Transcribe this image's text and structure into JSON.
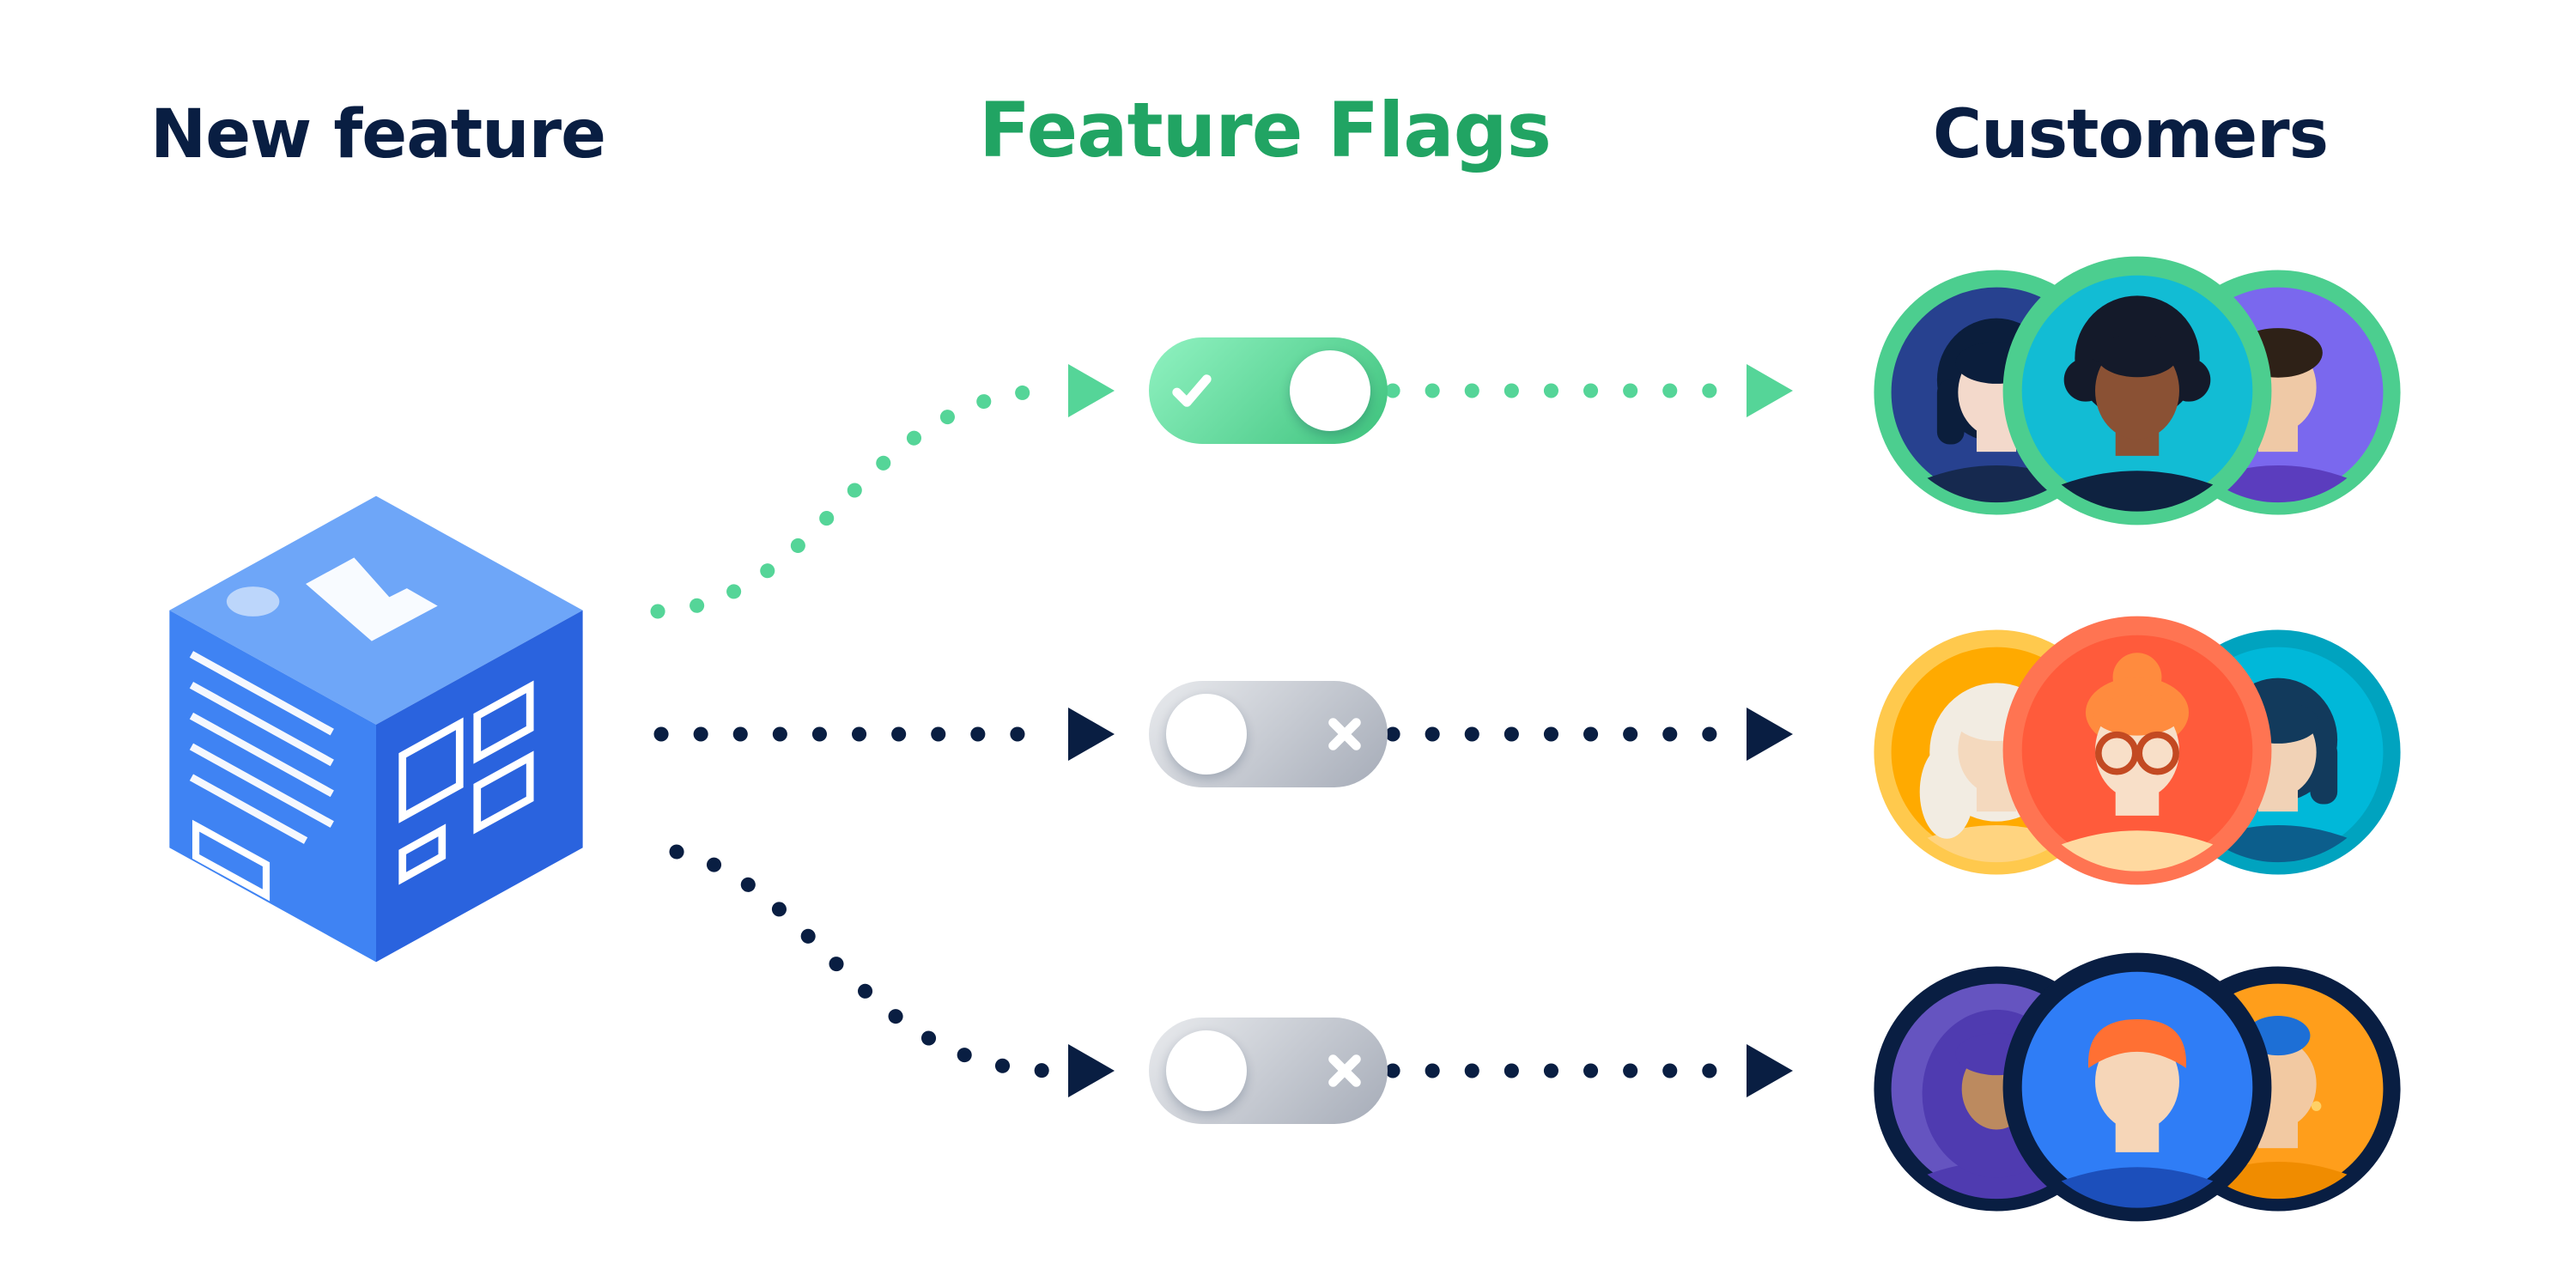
{
  "diagram": {
    "title_left": "New feature",
    "title_center": "Feature Flags",
    "title_right": "Customers"
  },
  "colors": {
    "navy": "#091E42",
    "green_heading": "#21A463",
    "green_dot": "#55D598",
    "green_ring": "#4CCE8F",
    "toggle_on_1": "#90F2C1",
    "toggle_on_2": "#3EC27D",
    "toggle_off_1": "#E9EBEE",
    "toggle_off_2": "#A6ACB8",
    "knob": "#FFFFFF",
    "cube_top": "#6EA6F8",
    "cube_left": "#3F83F3",
    "cube_right": "#2A63DE",
    "cube_detail": "#FFFFFF",
    "cube_spot": "#BCD6FB"
  },
  "feature_flags": [
    {
      "name": "feature-flag-1",
      "state": "on",
      "icon": "check-icon"
    },
    {
      "name": "feature-flag-2",
      "state": "off",
      "icon": "x-icon"
    },
    {
      "name": "feature-flag-3",
      "state": "off",
      "icon": "x-icon"
    }
  ],
  "customer_groups": [
    {
      "name": "customers-group-enabled",
      "avatars": [
        {
          "style": "bob",
          "ring": "#4CCE8F",
          "bg": "#27418F",
          "hair": "#0B1E3C",
          "skin": "#F3D9CB",
          "shirt": "#16294F"
        },
        {
          "style": "curly",
          "ring": "#4CCE8F",
          "bg": "#12BCD4",
          "hair": "#141A2A",
          "skin": "#8A5134",
          "shirt": "#0E2240"
        },
        {
          "style": "side",
          "ring": "#4CCE8F",
          "bg": "#7A68EE",
          "hair": "#2E2117",
          "skin": "#EFC9A6",
          "shirt": "#5B3DBE"
        }
      ]
    },
    {
      "name": "customers-group-disabled-1",
      "avatars": [
        {
          "style": "long",
          "ring": "#FFC94D",
          "bg": "#FFAA00",
          "hair": "#F2ECE2",
          "skin": "#F4D9BE",
          "shirt": "#FFD480"
        },
        {
          "style": "glasses",
          "ring": "#FF7452",
          "bg": "#FF5B3B",
          "hair": "#FF8B3E",
          "skin": "#F8DFC8",
          "shirt": "#FFD9A0",
          "extra": "#C34A22"
        },
        {
          "style": "bob",
          "ring": "#00A3BF",
          "bg": "#00B8D9",
          "hair": "#123A5C",
          "skin": "#F1D2B6",
          "shirt": "#0C5E8C"
        }
      ]
    },
    {
      "name": "customers-group-disabled-2",
      "avatars": [
        {
          "style": "hijab",
          "ring": "#091E42",
          "bg": "#6554C0",
          "hair": "#4F3BB0",
          "skin": "#BC8A5F",
          "shirt": "#4F3BB0"
        },
        {
          "style": "short",
          "ring": "#091E42",
          "bg": "#2F7DF6",
          "hair": "#FF7033",
          "skin": "#F6D6B8",
          "shirt": "#1C4FBB"
        },
        {
          "style": "undercut",
          "ring": "#091E42",
          "bg": "#FF9E1B",
          "hair": "#1D6FD6",
          "skin": "#F2C9A2",
          "shirt": "#F08C00"
        }
      ]
    }
  ]
}
